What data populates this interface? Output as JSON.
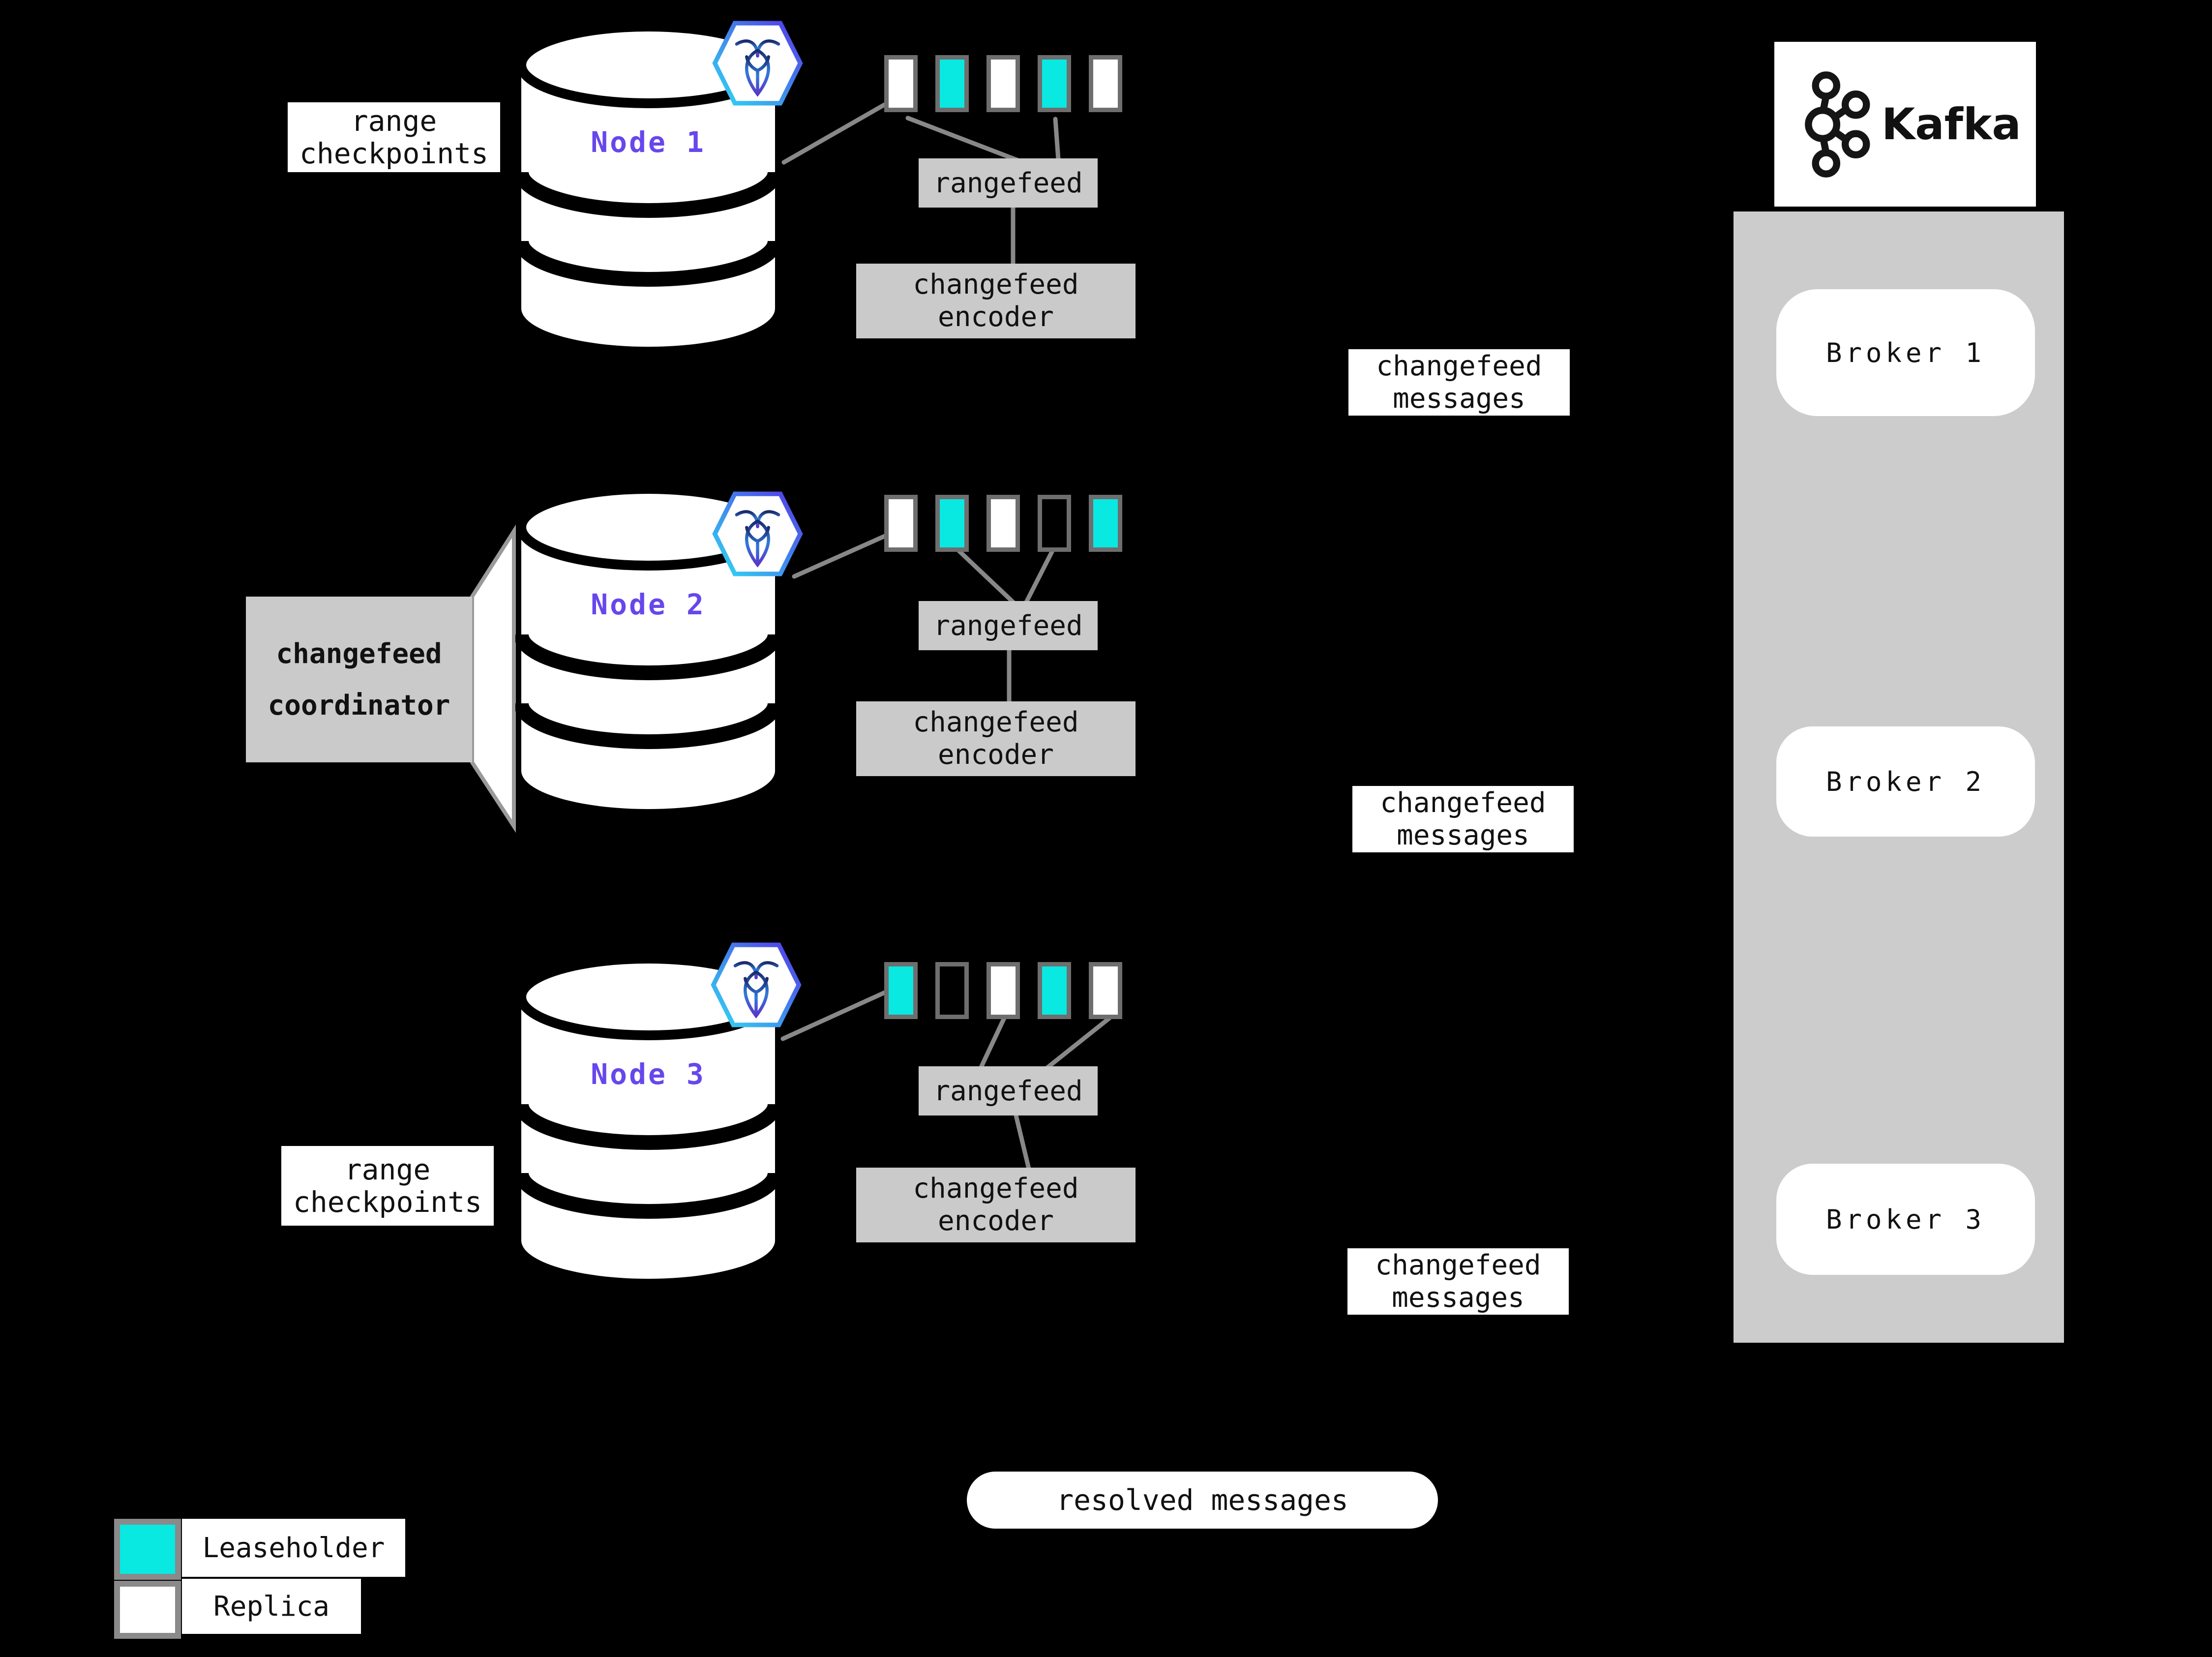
{
  "colors": {
    "bg": "#000000",
    "teal": "#0ae8e2",
    "purple": "#6747ec",
    "box-gray": "#cacaca",
    "bar-gray": "#cccccc",
    "line-gray": "#888888",
    "sq-border": "#6e6e6e"
  },
  "labels": {
    "range_checkpoints": "range\ncheckpoints",
    "rangefeed": "rangefeed",
    "changefeed_encoder": "changefeed\nencoder",
    "changefeed_messages": "changefeed\nmessages",
    "changefeed_coordinator": "changefeed\ncoordinator",
    "resolved_messages": "resolved messages"
  },
  "nodes": [
    {
      "label": "Node 1",
      "ranges": [
        "replica",
        "leaseholder",
        "replica",
        "leaseholder",
        "replica"
      ]
    },
    {
      "label": "Node 2",
      "ranges": [
        "replica",
        "leaseholder",
        "replica",
        "empty",
        "leaseholder"
      ]
    },
    {
      "label": "Node 3",
      "ranges": [
        "leaseholder",
        "empty",
        "replica",
        "leaseholder",
        "replica"
      ]
    }
  ],
  "kafka": {
    "title": "Kafka",
    "brokers": [
      "Broker 1",
      "Broker 2",
      "Broker 3"
    ]
  },
  "legend": {
    "leaseholder": "Leaseholder",
    "replica": "Replica"
  }
}
